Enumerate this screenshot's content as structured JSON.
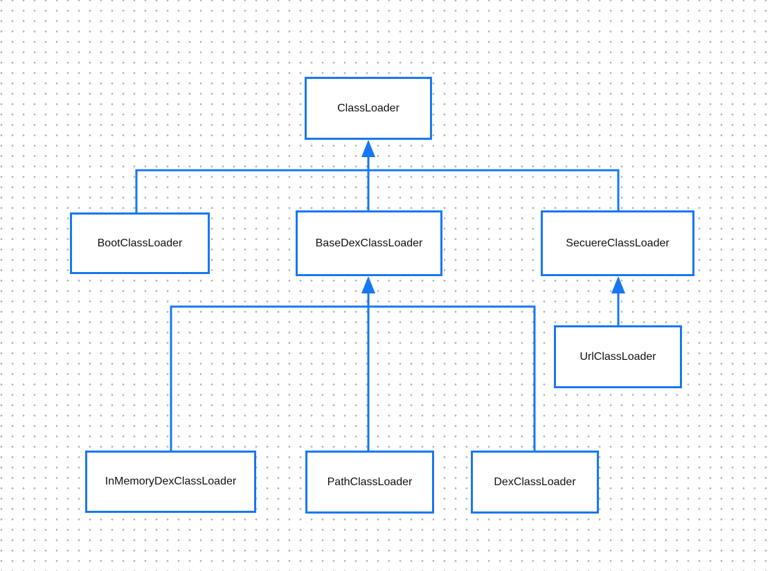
{
  "diagram": {
    "type": "class-hierarchy",
    "nodes": [
      {
        "id": "classloader",
        "label": "ClassLoader"
      },
      {
        "id": "bootclassloader",
        "label": "BootClassLoader"
      },
      {
        "id": "basedexclassloader",
        "label": "BaseDexClassLoader"
      },
      {
        "id": "secuereclassloader",
        "label": "SecuereClassLoader"
      },
      {
        "id": "urlclassloader",
        "label": "UrlClassLoader"
      },
      {
        "id": "inmemorydexclassloader",
        "label": "InMemoryDexClassLoader"
      },
      {
        "id": "pathclassloader",
        "label": "PathClassLoader"
      },
      {
        "id": "dexclassloader",
        "label": "DexClassLoader"
      }
    ],
    "edges": [
      {
        "from": "BootClassLoader",
        "to": "ClassLoader",
        "arrowhead": false
      },
      {
        "from": "BaseDexClassLoader",
        "to": "ClassLoader",
        "arrowhead": true
      },
      {
        "from": "SecuereClassLoader",
        "to": "ClassLoader",
        "arrowhead": false
      },
      {
        "from": "InMemoryDexClassLoader",
        "to": "BaseDexClassLoader",
        "arrowhead": false
      },
      {
        "from": "PathClassLoader",
        "to": "BaseDexClassLoader",
        "arrowhead": true
      },
      {
        "from": "DexClassLoader",
        "to": "BaseDexClassLoader",
        "arrowhead": false
      },
      {
        "from": "UrlClassLoader",
        "to": "SecuereClassLoader",
        "arrowhead": true
      }
    ]
  },
  "colors": {
    "accent": "#1877f2",
    "node-bg": "#ffffff",
    "text": "#111111",
    "dot": "#b0b0b0"
  }
}
